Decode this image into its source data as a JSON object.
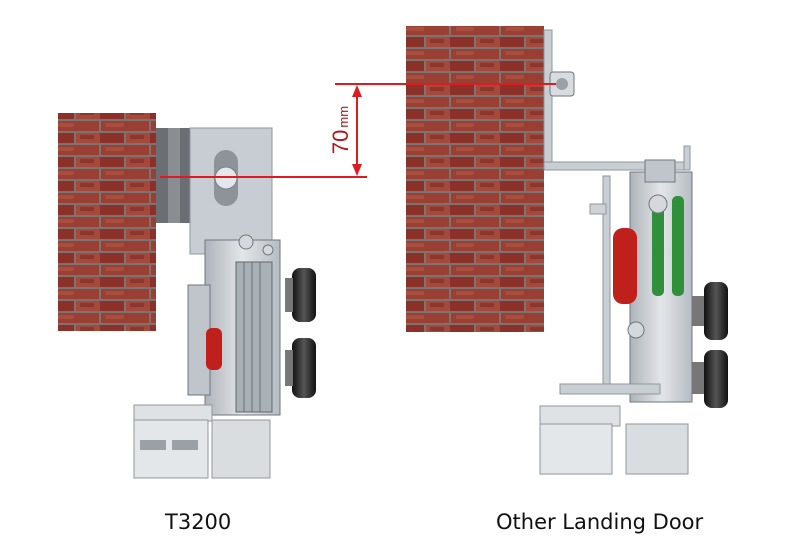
{
  "diagram": {
    "dimension_label": "70",
    "dimension_unit": "mm",
    "left_caption": "T3200",
    "right_caption": "Other Landing Door"
  },
  "colors": {
    "brick": "#8e3a30",
    "mortar": "#8a8a8a",
    "dimension_line": "#e01a22",
    "steel": "#c8cdd2",
    "roller": "#2a2a2a",
    "red_pulley": "#c0201c",
    "green_pulley": "#2f8f3a"
  }
}
